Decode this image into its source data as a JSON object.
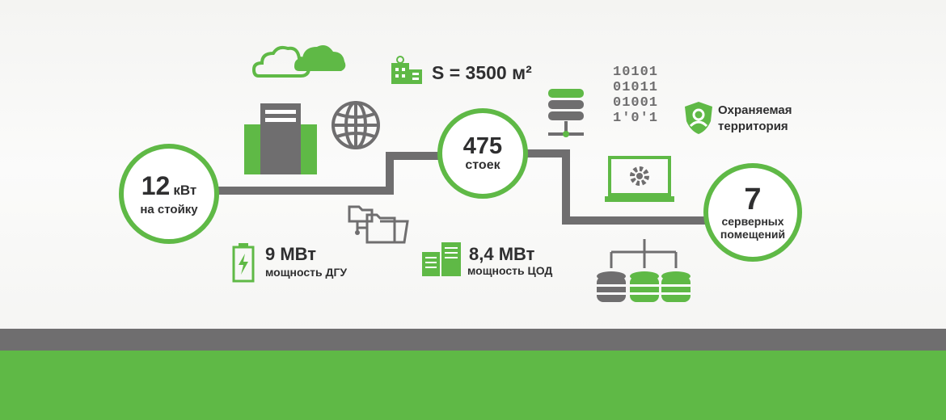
{
  "colors": {
    "green": "#5fb946",
    "gray": "#6f6e6f",
    "dark": "#2f2f30",
    "wall": "#f6f6f4"
  },
  "stats": {
    "rack_power": {
      "number": "12",
      "unit": "кВт",
      "label": "на стойку"
    },
    "racks": {
      "number": "475",
      "label": "стоек"
    },
    "rooms": {
      "number": "7",
      "label1": "серверных",
      "label2": "помещений"
    },
    "area": "S = 3500 м²",
    "dgu": {
      "value": "9 МВт",
      "label": "мощность ДГУ"
    },
    "dc": {
      "value": "8,4 МВт",
      "label": "мощность ЦОД"
    },
    "security": {
      "line1": "Охраняемая",
      "line2": "территория"
    }
  },
  "binary": [
    "10101",
    "01011",
    "01001",
    "1'0'1"
  ],
  "icons": [
    "cloud-icon",
    "server-tower-icon",
    "globe-icon",
    "building-icon",
    "server-stack-icon",
    "binary-code-icon",
    "shield-icon",
    "laptop-gear-icon",
    "folder-network-icon",
    "battery-icon",
    "server-pair-icon",
    "database-network-icon"
  ]
}
